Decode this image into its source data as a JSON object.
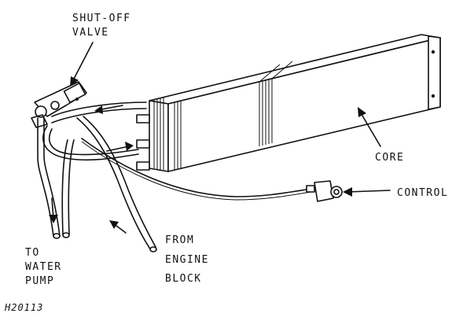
{
  "labels": {
    "shutoff_line1": "SHUT-OFF",
    "shutoff_line2": "VALVE",
    "core": "CORE",
    "control": "CONTROL",
    "from_line1": "FROM",
    "from_line2": "ENGINE",
    "from_line3": "BLOCK",
    "to_line1": "TO",
    "to_line2": "WATER",
    "to_line3": "PUMP",
    "figure_id": "H20113"
  }
}
